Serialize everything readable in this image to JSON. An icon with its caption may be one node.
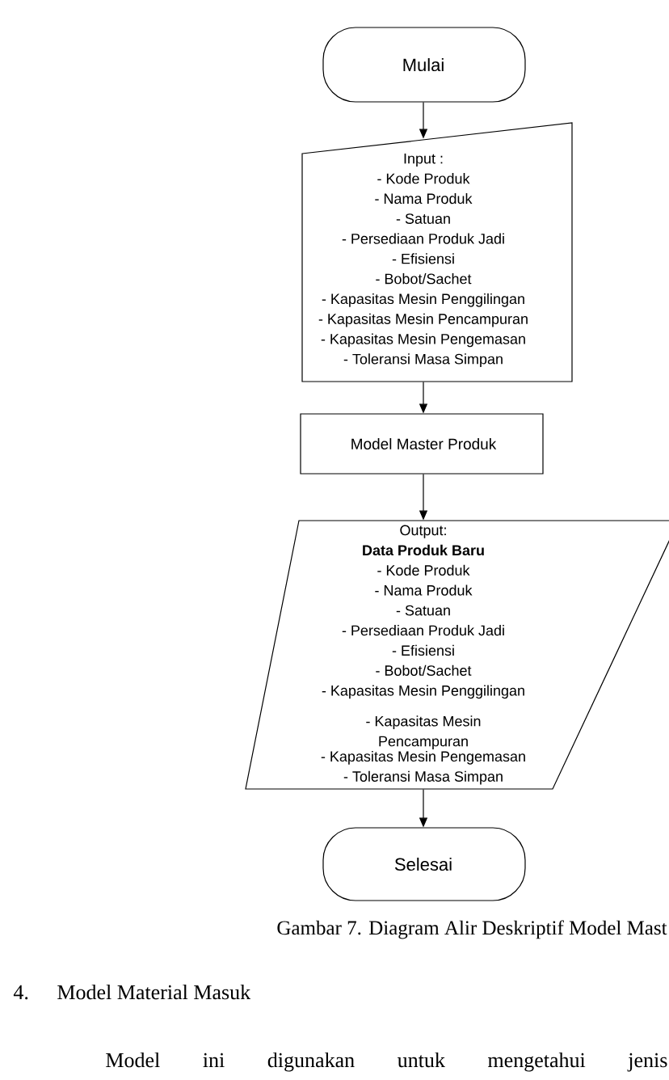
{
  "diagram": {
    "caption": "Gambar 7. Diagram Alir Deskriptif Model Mast",
    "nodes": [
      {
        "text": [
          "Mulai"
        ]
      },
      {
        "text": [
          "Input :",
          "- Kode Produk",
          "- Nama Produk",
          "- Satuan",
          "- Persediaan Produk Jadi",
          "- Efisiensi",
          "- Bobot/Sachet",
          "- Kapasitas Mesin Penggilingan",
          "- Kapasitas Mesin Pencampuran",
          "- Kapasitas Mesin Pengemasan",
          "- Toleransi Masa Simpan"
        ]
      },
      {
        "text": [
          "Model Master Produk"
        ]
      },
      {
        "text": [
          "Output:",
          "Data Produk Baru",
          "- Kode Produk",
          "- Nama Produk",
          "- Satuan",
          "- Persediaan Produk Jadi",
          "- Efisiensi",
          "- Bobot/Sachet",
          "- Kapasitas Mesin Penggilingan",
          "- Kapasitas Mesin Pencampuran",
          "- Kapasitas Mesin Pengemasan",
          "- Toleransi Masa Simpan"
        ]
      },
      {
        "text": [
          "Selesai"
        ]
      }
    ],
    "edges": [
      {
        "from": 0,
        "to": 1,
        "arrow": "to"
      },
      {
        "from": 1,
        "to": 2,
        "arrow": "to"
      },
      {
        "from": 2,
        "to": 3,
        "arrow": "to"
      },
      {
        "from": 3,
        "to": 4,
        "arrow": "to"
      }
    ],
    "labels": [
      "4.",
      "Model Material Masuk",
      "Model ini digunakan untuk mengetahui jenis"
    ]
  }
}
